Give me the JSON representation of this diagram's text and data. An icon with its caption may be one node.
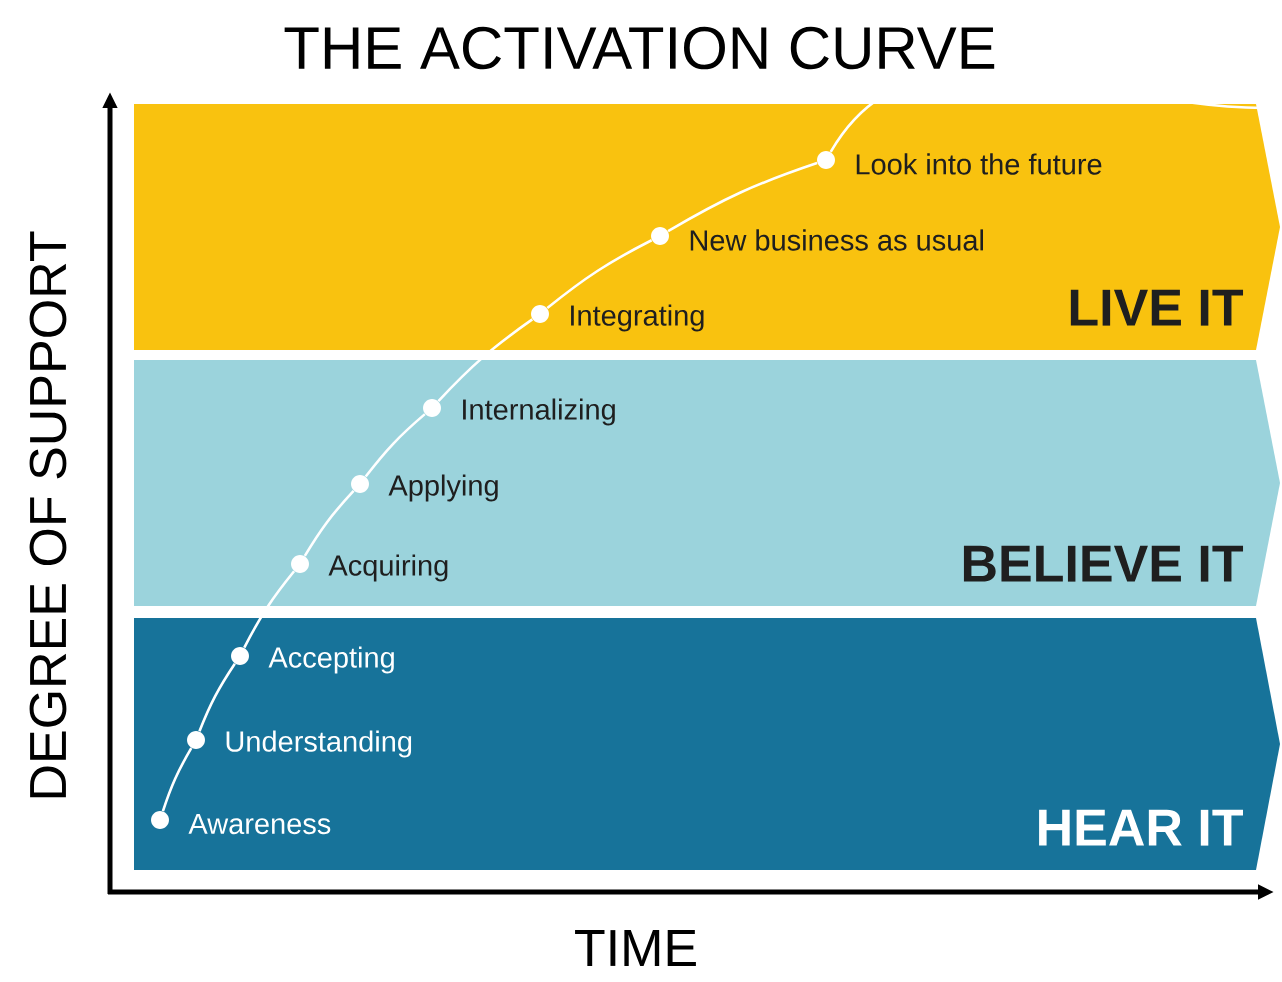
{
  "diagram": {
    "title": "THE ACTIVATION CURVE",
    "nodes": [
      {
        "text": [
          "LIVE IT"
        ]
      },
      {
        "text": [
          "BELIEVE IT"
        ]
      },
      {
        "text": [
          "HEAR IT"
        ]
      },
      {
        "text": [],
        "shape": "circle",
        "beside": [
          "Awareness"
        ],
        "in": 2
      },
      {
        "text": [],
        "shape": "circle",
        "beside": [
          "Understanding"
        ],
        "in": 2
      },
      {
        "text": [],
        "shape": "circle",
        "beside": [
          "Accepting"
        ],
        "in": 2
      },
      {
        "text": [],
        "shape": "circle",
        "beside": [
          "Acquiring"
        ],
        "in": 1
      },
      {
        "text": [],
        "shape": "circle",
        "beside": [
          "Applying"
        ],
        "in": 1
      },
      {
        "text": [],
        "shape": "circle",
        "beside": [
          "Internalizing"
        ],
        "in": 1
      },
      {
        "text": [],
        "shape": "circle",
        "beside": [
          "Integrating"
        ],
        "in": 0
      },
      {
        "text": [],
        "shape": "circle",
        "beside": [
          "New business as usual"
        ],
        "in": 0
      },
      {
        "text": [],
        "shape": "circle",
        "beside": [
          "Look into the future"
        ],
        "in": 0
      }
    ],
    "edges": [
      {
        "from": 3,
        "to": 4,
        "arrow": "none"
      },
      {
        "from": 4,
        "to": 5,
        "arrow": "none"
      },
      {
        "from": 5,
        "to": 6,
        "arrow": "none"
      },
      {
        "from": 6,
        "to": 7,
        "arrow": "none"
      },
      {
        "from": 7,
        "to": 8,
        "arrow": "none"
      },
      {
        "from": 8,
        "to": 9,
        "arrow": "none"
      },
      {
        "from": 9,
        "to": 10,
        "arrow": "none"
      },
      {
        "from": 10,
        "to": 11,
        "arrow": "none"
      },
      {
        "from": 11,
        "to": null,
        "arrow": "none"
      }
    ],
    "labels": [
      "DEGREE OF SUPPORT",
      "TIME"
    ]
  }
}
